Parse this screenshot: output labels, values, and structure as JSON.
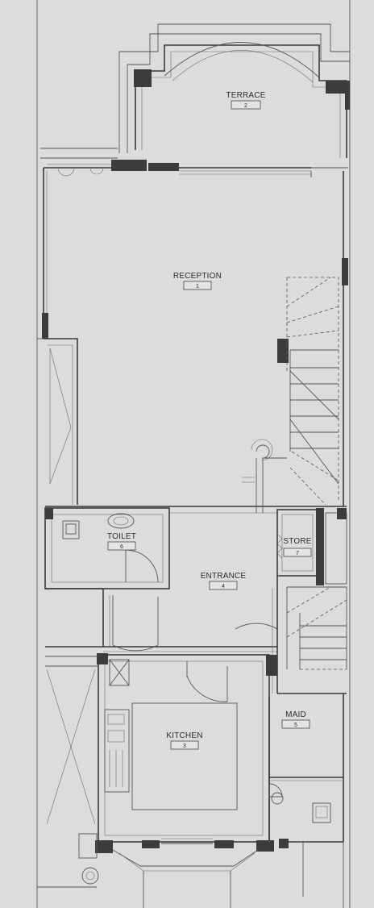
{
  "rooms": {
    "terrace": {
      "name": "TERRACE",
      "number": "2"
    },
    "reception": {
      "name": "RECEPTION",
      "number": "1"
    },
    "toilet": {
      "name": "TOILET",
      "number": "6"
    },
    "store": {
      "name": "STORE",
      "number": "7"
    },
    "entrance": {
      "name": "ENTRANCE",
      "number": "4"
    },
    "kitchen": {
      "name": "KITCHEN",
      "number": "3"
    },
    "maid": {
      "name": "MAID",
      "number": "5"
    }
  },
  "colors": {
    "paper": "#dcdcda",
    "line": "#3a3a3a",
    "pillar": "#3c3c3c"
  }
}
